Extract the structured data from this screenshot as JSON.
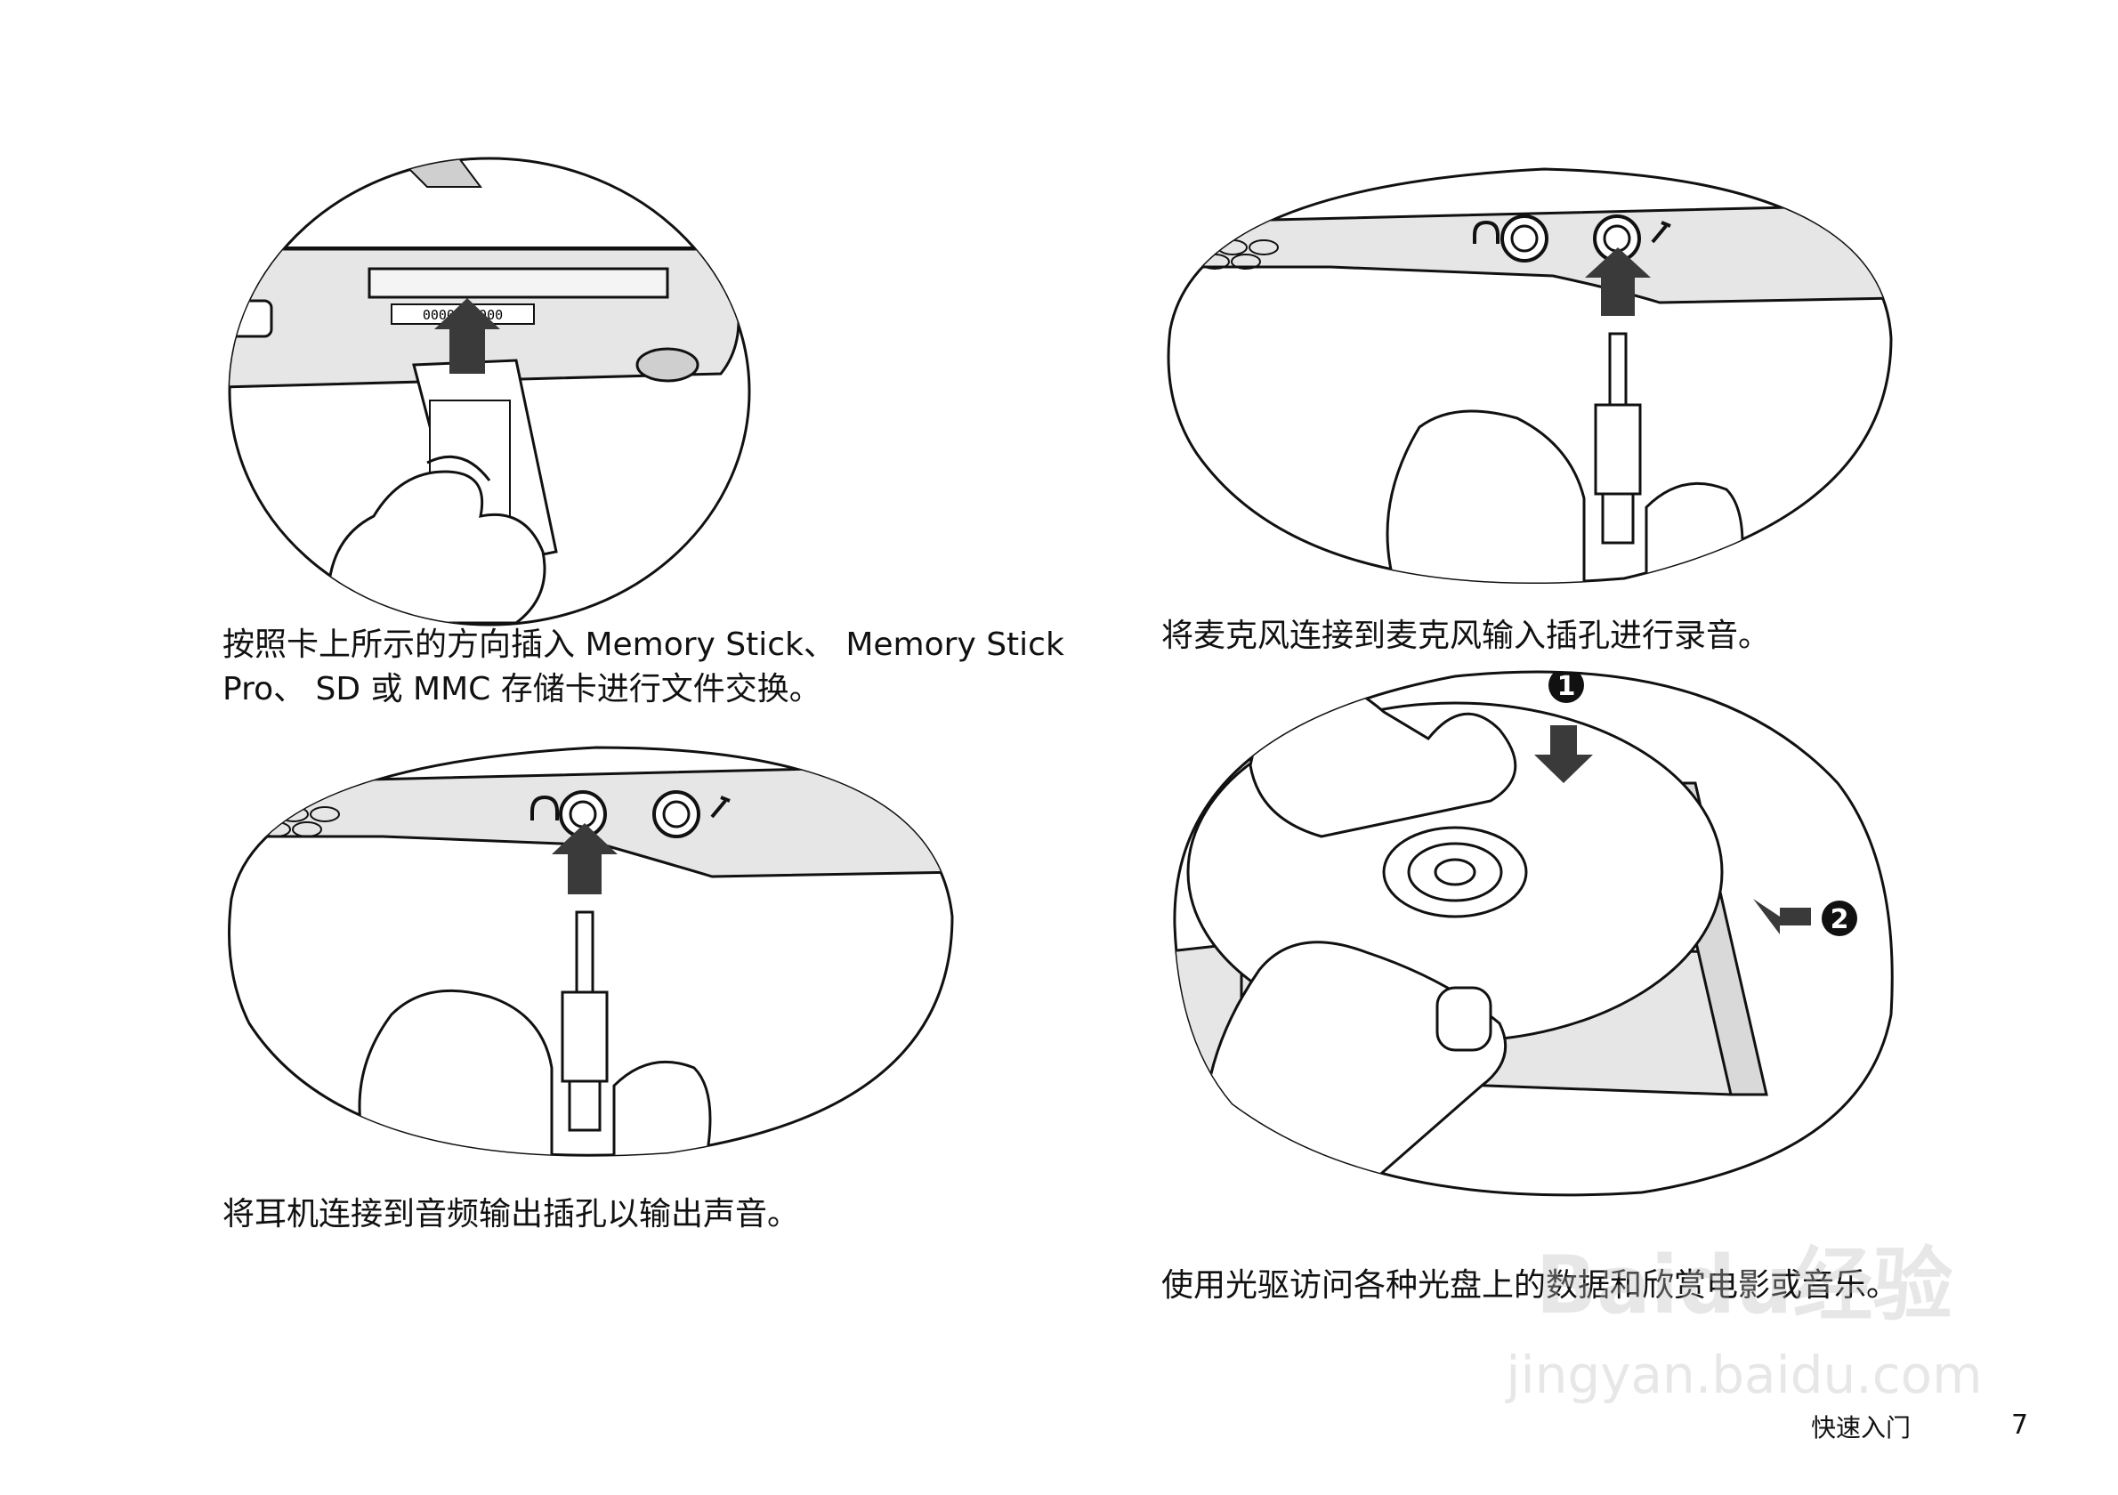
{
  "captions": {
    "card_slot": "按照卡上所示的方向插入 Memory Stick、 Memory Stick",
    "card_slot_line2": "Pro、 SD 或 MMC 存储卡进行文件交换。",
    "headphone": "将耳机连接到音频输出插孔以输出声音。",
    "microphone": "将麦克风连接到麦克风输入插孔进行录音。",
    "optical_drive": "使用光驱访问各种光盘上的数据和欣赏电影或音乐。"
  },
  "card_label": "0000 00000",
  "step_markers": {
    "step1": "1",
    "step2": "2"
  },
  "footer": {
    "section": "快速入门",
    "page_number": "7"
  },
  "watermark": {
    "brand": "Baidu经验",
    "url": "jingyan.baidu.com"
  },
  "colors": {
    "line": "#111111",
    "panel_fill": "#ffffff",
    "device_fill": "#e6e6e6",
    "arrow": "#3a3a3a"
  }
}
